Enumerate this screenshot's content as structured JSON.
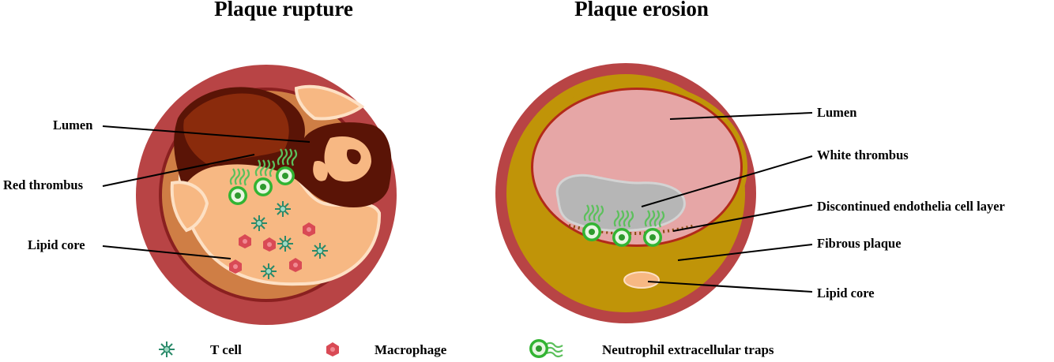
{
  "titles": {
    "rupture": "Plaque rupture",
    "erosion": "Plaque erosion"
  },
  "rupture_labels": {
    "lumen": "Lumen",
    "red_thrombus": "Red thrombus",
    "lipid_core": "Lipid core"
  },
  "erosion_labels": {
    "lumen": "Lumen",
    "white_thrombus": "White thrombus",
    "endothelia": "Discontinued endothelia cell layer",
    "fibrous_plaque": "Fibrous plaque",
    "lipid_core": "Lipid core"
  },
  "legend": {
    "t_cell": "T cell",
    "macrophage": "Macrophage",
    "net": "Neutrophil extracellular traps"
  },
  "colors": {
    "vessel_wall": "#b84445",
    "vessel_inner": "#8a2020",
    "rupture_plaque": "#cf7e45",
    "lipid": "#f7b883",
    "red_thrombus": "#7a1d0a",
    "fibrous_plaque": "#c09408",
    "lumen_pink": "#e6a6a6",
    "white_thrombus": "#b6b6b6",
    "t_cell": "#2a8a6a",
    "macrophage": "#d94a55",
    "net_green": "#32b432"
  }
}
